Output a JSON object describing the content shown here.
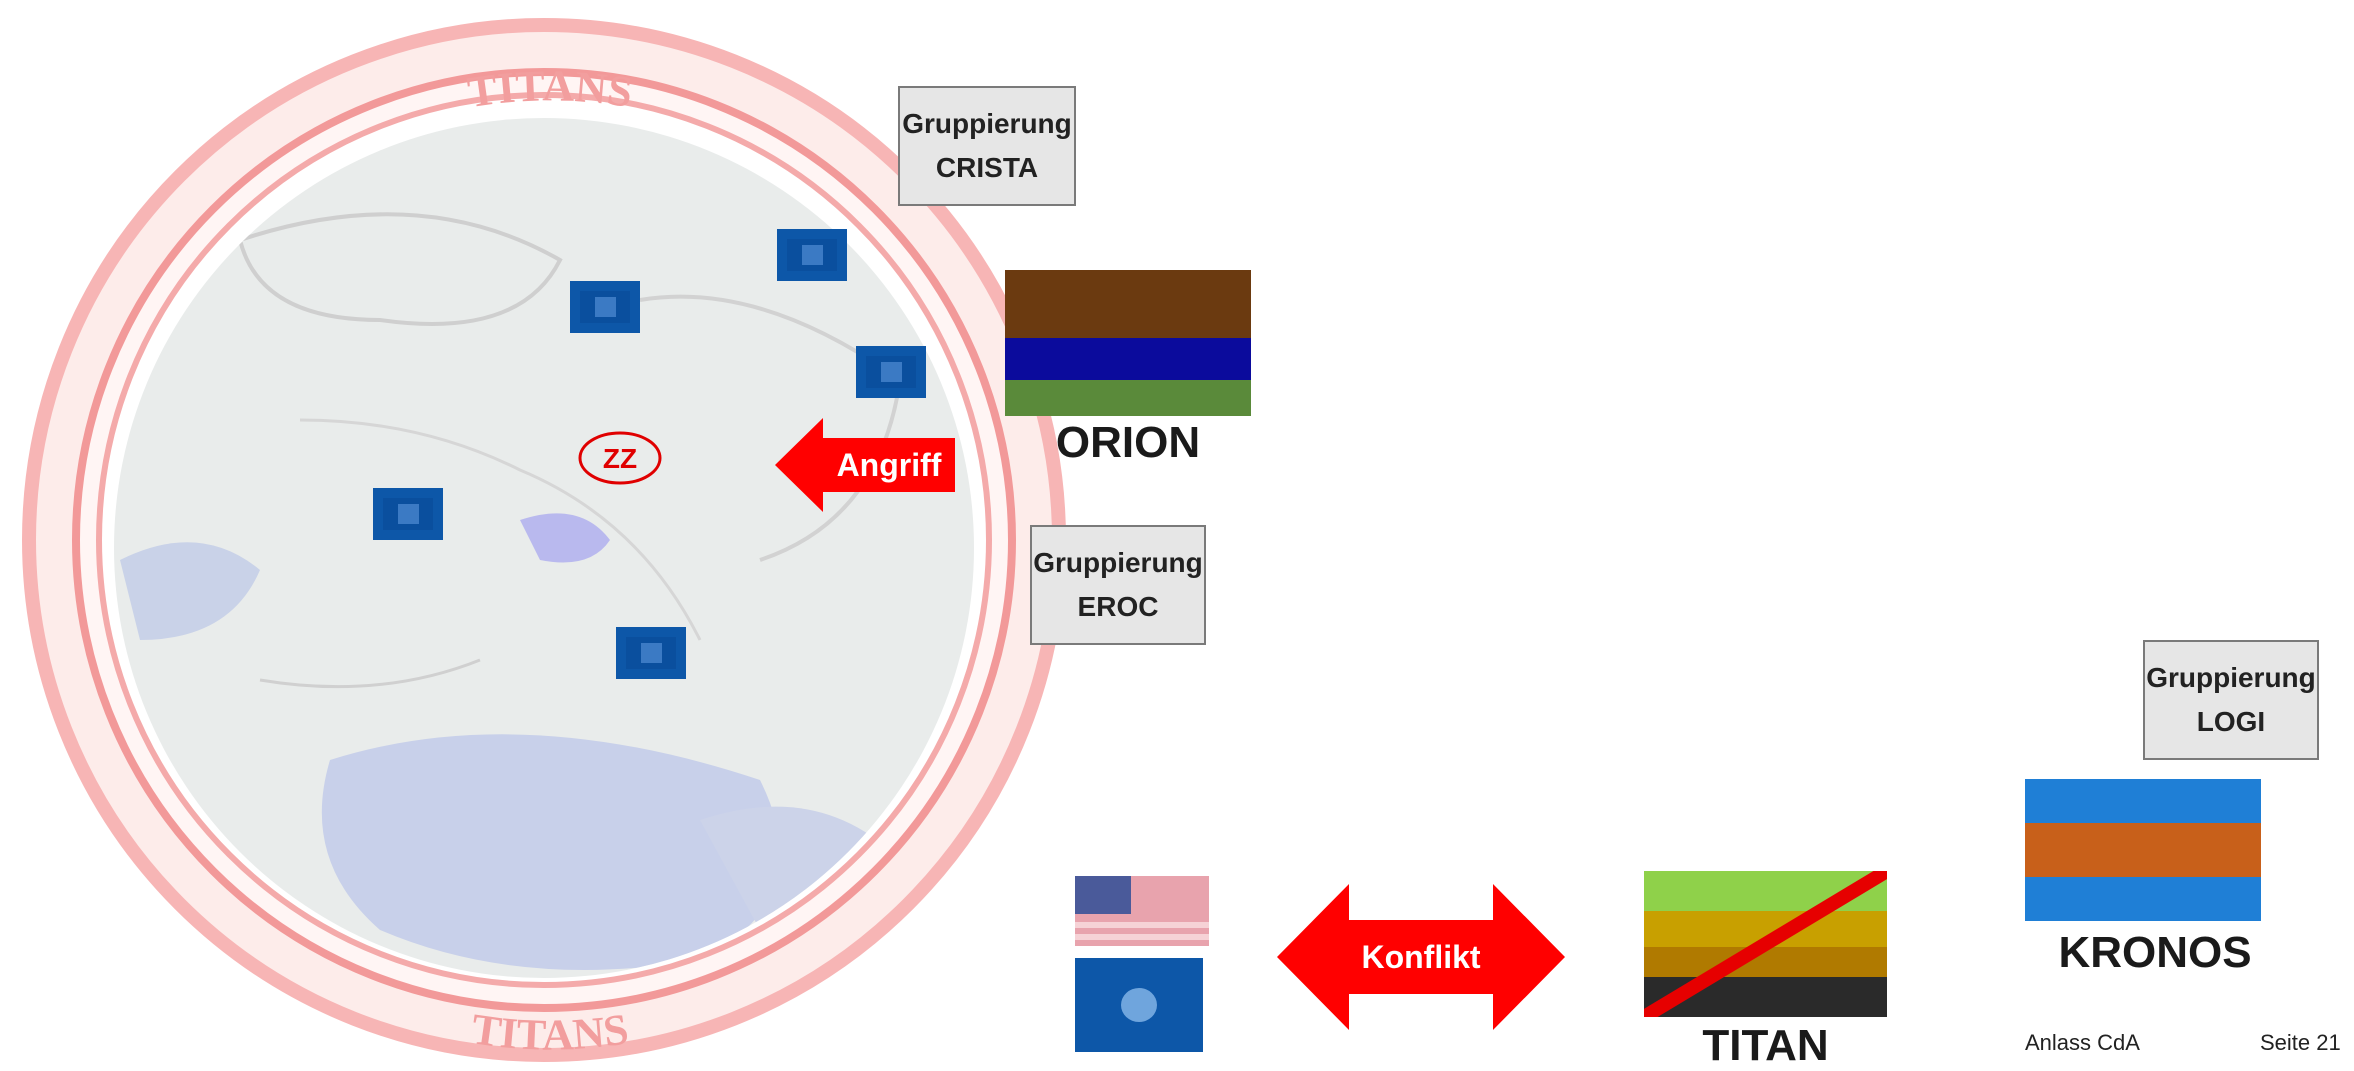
{
  "map": {
    "ring_text_top": "TITANS",
    "ring_text_bottom": "TITANS",
    "marker_label": "ZZ"
  },
  "attack_arrow": {
    "label": "Angriff",
    "color": "#ff0000"
  },
  "conflict_arrow": {
    "label": "Konflikt",
    "color": "#ff0000"
  },
  "groups": {
    "crista": {
      "line1": "Gruppierung",
      "line2": "CRISTA"
    },
    "eroc": {
      "line1": "Gruppierung",
      "line2": "EROC"
    },
    "logi": {
      "line1": "Gruppierung",
      "line2": "LOGI"
    }
  },
  "factions": {
    "orion": {
      "label": "ORION",
      "colors": [
        "#6b3a10",
        "#0b0b9c",
        "#5a8a3a"
      ]
    },
    "titan": {
      "label": "TITAN",
      "colors": [
        "#8fd14a",
        "#c8a000",
        "#b07a00",
        "#2a2a2a"
      ]
    },
    "kronos": {
      "label": "KRONOS",
      "colors": [
        "#1f7fd6",
        "#c8601a",
        "#1f7fd6"
      ]
    }
  },
  "footer": {
    "left": "Anlass CdA",
    "right": "Seite 21"
  },
  "colors": {
    "unit_blue": "#0a4f9e",
    "ring_red": "#f28b8b",
    "map_bg": "#e8ecec",
    "group_box_bg": "#e6e6e6"
  }
}
